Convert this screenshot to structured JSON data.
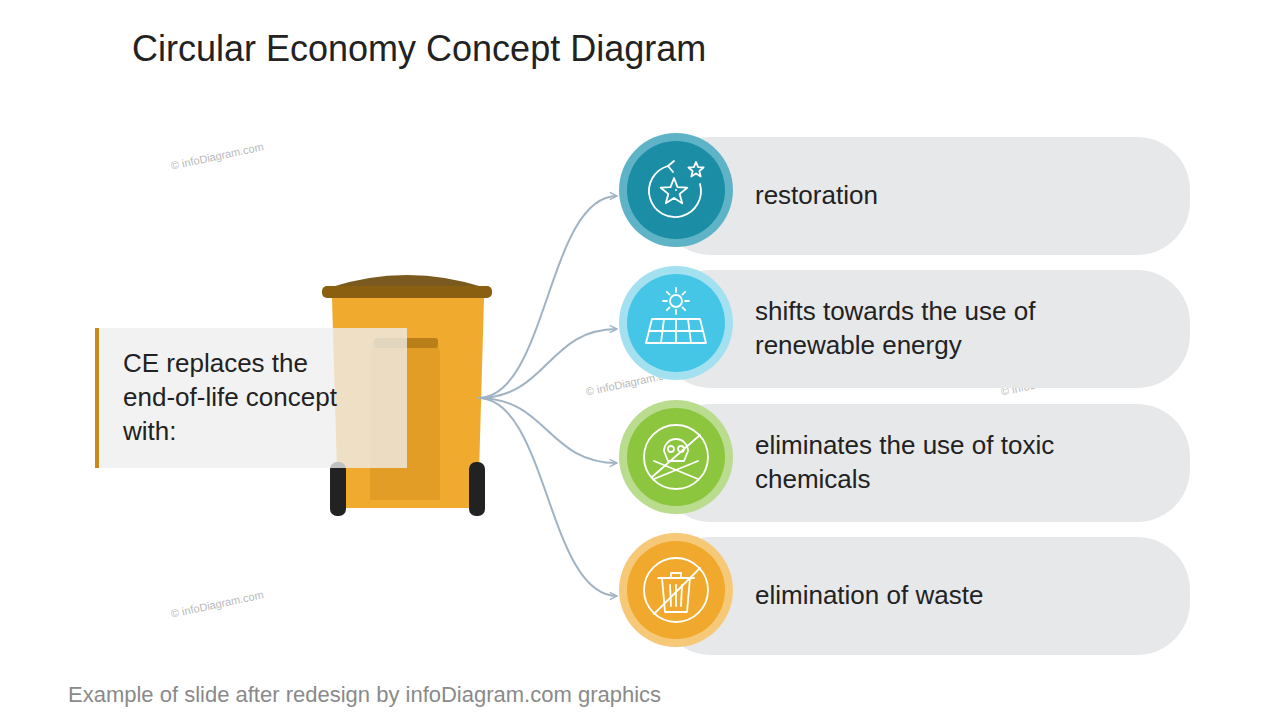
{
  "diagram": {
    "title": "Circular Economy Concept Diagram",
    "caption": "Example of slide after redesign by infoDiagram.com graphics",
    "nodes": [
      {
        "text": [
          "CE replaces the end-of-life concept with:"
        ]
      },
      {
        "text": [
          "restoration"
        ]
      },
      {
        "text": [
          "shifts towards the use of renewable energy"
        ]
      },
      {
        "text": [
          "eliminates the use of toxic chemicals"
        ]
      },
      {
        "text": [
          "elimination of waste"
        ]
      }
    ],
    "edges": [
      {
        "from": 0,
        "to": 1,
        "arrow": "to"
      },
      {
        "from": 0,
        "to": 2,
        "arrow": "to"
      },
      {
        "from": 0,
        "to": 3,
        "arrow": "to"
      },
      {
        "from": 0,
        "to": 4,
        "arrow": "to"
      }
    ],
    "labels": [
      "© infoDiagram.com",
      "© infoDiagram.com",
      "© infoDiagram.com",
      "© infoDiagram.com"
    ]
  }
}
